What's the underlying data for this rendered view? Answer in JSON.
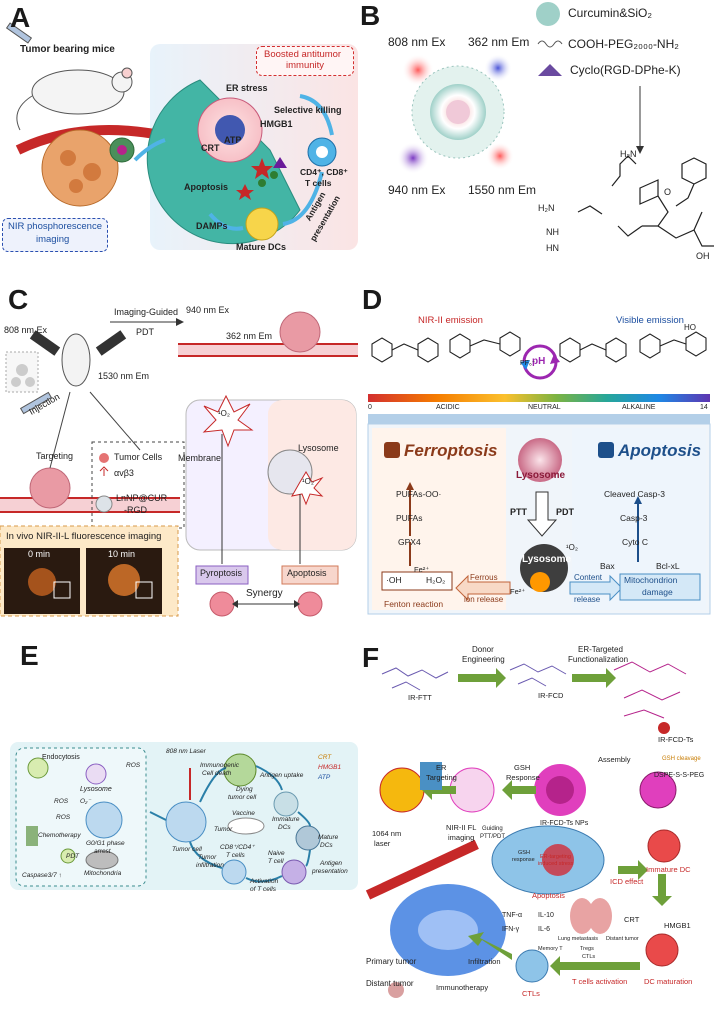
{
  "panel_letters": {
    "a": "A",
    "b": "B",
    "c": "C",
    "d": "D",
    "e": "E",
    "f": "F"
  },
  "panel_a": {
    "tumor_mice": "Tumor bearing mice",
    "boosted_line1": "Boosted antitumor",
    "boosted_line2": "immunity",
    "er_stress": "ER stress",
    "selective": "Selective killing",
    "hmgb1": "HMGB1",
    "atp": "ATP",
    "crt": "CRT",
    "cd_line1": "CD4⁺, CD8⁺",
    "cd_line2": "T cells",
    "apoptosis": "Apoptosis",
    "antigen_line1": "Antigen",
    "antigen_line2": "presentation",
    "damps": "DAMPs",
    "mature_dcs": "Mature DCs",
    "nir_line1": "NIR phosphorescence",
    "nir_line2": "imaging"
  },
  "panel_b": {
    "ex808": "808 nm Ex",
    "em362": "362 nm Em",
    "ex940": "940 nm Ex",
    "em1550": "1550 nm Em",
    "legend_core": "Curcumin&SiO₂",
    "legend_peg": "COOH-PEG₂₀₀₀-NH₂",
    "legend_rgd": "Cyclo(RGD-DPhe-K)",
    "h2n": "H₂N",
    "nh": "NH",
    "hn": "HN",
    "hn_nh": "H₂N",
    "oh": "OH",
    "o": "O"
  },
  "panel_c": {
    "ex808": "808 nm Ex",
    "imaging_guided": "Imaging-Guided",
    "pdt": "PDT",
    "ex940": "940 nm Ex",
    "em362": "362 nm Em",
    "em1530": "1530 nm Em",
    "injection": "Injection",
    "legend_tumor": "Tumor Cells",
    "legend_integrin": "αvβ3",
    "legend_np1": "LnNP@CUR",
    "legend_np2": "-RGD",
    "targeting": "Targeting",
    "membrane": "Membrane",
    "lysosome": "Lysosome",
    "singlet1": "¹O₂",
    "singlet2": "¹O₂",
    "imaging_title": "In vivo NIR-II-L fluorescence imaging",
    "time0": "0 min",
    "time10": "10 min",
    "pyroptosis": "Pyroptosis",
    "apoptosis": "Apoptosis",
    "synergy": "Synergy"
  },
  "panel_d": {
    "nir_emission": "NIR-II emission",
    "visible_emission": "Visible emission",
    "ph": "pH",
    "pf6": "PF₆⁻",
    "ho": "HO",
    "scale_0": "0",
    "scale_14": "14",
    "acidic": "ACIDIC",
    "neutral": "NEUTRAL",
    "alkaline": "ALKALINE",
    "ferroptosis": "Ferroptosis",
    "apoptosis": "Apoptosis",
    "lysosome1": "Lysosome",
    "lysosome2": "Lysosome",
    "pufas_oo": "PUFAs-OO·",
    "pufas": "PUFAs",
    "gpx4": "GPX4",
    "ptt": "PTT",
    "pdt": "PDT",
    "o2": "¹O₂",
    "cleaved": "Cleaved Casp-3",
    "casp3": "Casp-3",
    "cytoc": "Cyto C",
    "bax": "Bax",
    "bclxl": "Bcl-xL",
    "oh": "·OH",
    "fe2": "Fe²⁺",
    "h2o2": "H₂O₂",
    "fe2b": "Fe²⁺",
    "ferrous1": "Ferrous",
    "ferrous2": "ion release",
    "content1": "Content",
    "content2": "release",
    "mito1": "Mitochondrion",
    "mito2": "damage",
    "fenton": "Fenton reaction"
  },
  "panel_e": {
    "endocytosis": "Endocytosis",
    "lysosome": "Lysosome",
    "ros1": "ROS",
    "ros2": "ROS",
    "ros3": "ROS",
    "o2": "O₂⁻",
    "chemo": "Chemotherapy",
    "g0g1_1": "G0/G1 phase",
    "g0g1_2": "arrest",
    "pdt": "PDT",
    "mito": "Mitochondria",
    "caspase": "Caspase3/7 ↑",
    "laser": "808 nm Laser",
    "icd_1": "Immunogenic",
    "icd_2": "Cell death",
    "dying_1": "Dying",
    "dying_2": "tumor cell",
    "crt": "CRT",
    "hmgb1": "HMGB1",
    "atp": "ATP",
    "antigen_uptake": "Antigen uptake",
    "immature_1": "Immature",
    "immature_2": "DCs",
    "mature_1": "Mature",
    "mature_2": "DCs",
    "vaccine": "Vaccine",
    "tumor": "Tumor",
    "tumor_cell": "Tumor cell",
    "tumor_infil_1": "Tumor",
    "tumor_infil_2": "infiltration",
    "cd8_1": "CD8⁺/CD4⁺",
    "cd8_2": "T cells",
    "naive_1": "Naive",
    "naive_2": "T cell",
    "antigen_pres_1": "Antigen",
    "antigen_pres_2": "presentation",
    "activation_1": "Activation",
    "activation_2": "of T cells"
  },
  "panel_f": {
    "donor_1": "Donor",
    "donor_2": "Engineering",
    "er_targeted_1": "ER-Targeted",
    "er_targeted_2": "Functionalization",
    "ir_ftt": "IR-FTT",
    "ir_fcd": "IR-FCD",
    "ir_fcd_ts": "IR-FCD-Ts",
    "assembly": "Assembly",
    "gsh_cleavage": "GSH cleavage",
    "dspe": "DSPE-S-S-PEG",
    "er_targeting_1": "ER",
    "er_targeting_2": "Targeting",
    "gsh_response_1": "GSH",
    "gsh_response_2": "Response",
    "nps": "IR-FCD-Ts NPs",
    "laser_1": "1064 nm",
    "laser_2": "laser",
    "nir_fl_1": "NIR-II FL",
    "nir_fl_2": "imaging",
    "guiding_1": "Guiding",
    "guiding_2": "PTT/PDT",
    "gsh_small_1": "GSH",
    "gsh_small_2": "response",
    "er_targeting_small_1": "ER-targeting",
    "er_targeting_small_2": "induced stress",
    "apoptosis": "Apoptosis",
    "icd": "ICD effect",
    "immature_dc": "Immature DC",
    "crt": "CRT",
    "hmgb1": "HMGB1",
    "tnf": "TNF-α",
    "il10": "IL-10",
    "ifn": "IFN-γ",
    "il6": "IL-6",
    "lung": "Lung metastasis",
    "distant_tumor_small": "Distant tumor",
    "memory": "Memory T",
    "tregs": "Tregs",
    "ctls_small": "CTLs",
    "primary": "Primary tumor",
    "infiltration": "Infiltration",
    "distant": "Distant tumor",
    "immunotherapy": "Immunotherapy",
    "ctls": "CTLs",
    "tcell_act": "T cells activation",
    "dc_mat": "DC maturation"
  },
  "colors": {
    "ferroptosis": "#8b3a1a",
    "apoptosis_d": "#1d4f8a",
    "accent_red": "#c62828",
    "accent_blue": "#1d4fa0",
    "arrow_green": "#5d8a2c"
  }
}
